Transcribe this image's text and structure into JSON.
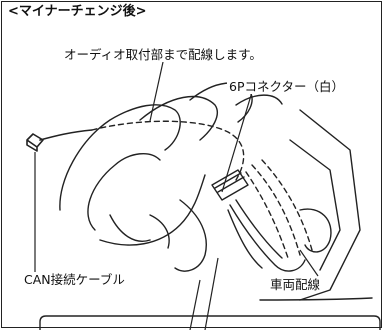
{
  "title": "<マイナーチェンジ後>",
  "labels": {
    "audio_wiring": "オーディオ取付部まで配線します。",
    "connector_6p": "6Pコネクター（白）",
    "can_cable": "CAN接続ケーブル",
    "vehicle_wiring": "車両配線"
  }
}
